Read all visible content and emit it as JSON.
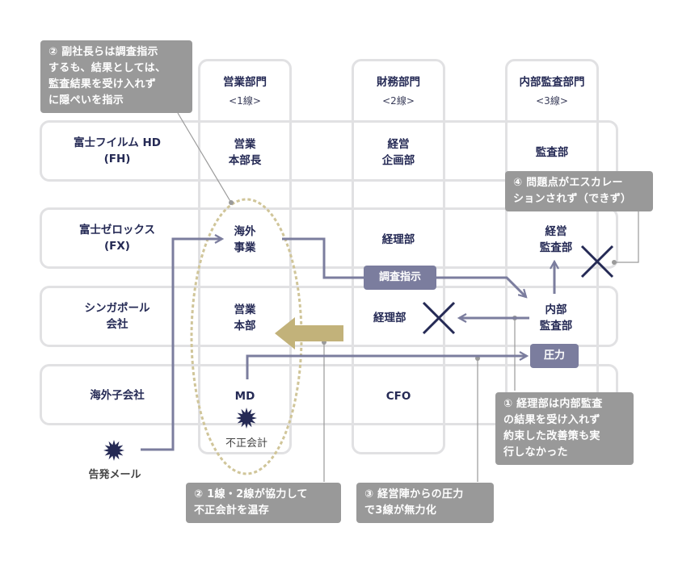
{
  "colors": {
    "grid": "#e1e1e3",
    "text": "#252a55",
    "flow_line": "#7b7d9e",
    "note_bg": "#999999",
    "highlight_arrow": "#c2b27a",
    "ellipse": "#d0c599",
    "cross": "#252a55"
  },
  "columns": [
    {
      "title": "営業部門",
      "line": "<1線>"
    },
    {
      "title": "財務部門",
      "line": "<2線>"
    },
    {
      "title": "内部監査部門",
      "line": "<3線>"
    }
  ],
  "rows": [
    {
      "label": "富士フイルム HD\n(FH)"
    },
    {
      "label": "富士ゼロックス\n(FX)"
    },
    {
      "label": "シンガポール\n会社"
    },
    {
      "label": "海外子会社"
    }
  ],
  "cells": {
    "fh_sales": "営業\n本部長",
    "fh_finance": "経営\n企画部",
    "fh_audit": "監査部",
    "fx_sales": "海外\n事業",
    "fx_finance": "経理部",
    "fx_audit": "経営\n監査部",
    "sg_sales": "営業\n本部",
    "sg_finance": "経理部",
    "sg_audit": "内部\n監査部",
    "sub_sales": "MD",
    "sub_finance": "CFO"
  },
  "tags": {
    "investigation": "調査指示",
    "pressure": "圧力"
  },
  "labels": {
    "fraud": "不正会計",
    "whistleblow": "告発メール"
  },
  "icons": {
    "fraud": "burst-star-icon",
    "whistleblow": "burst-star-icon",
    "blocked": "cross-icon"
  },
  "notes": {
    "n2_top": "② 副社長らは調査指示\nするも、結果としては、\n監査結果を受け入れず\nに隠ぺいを指示",
    "n4": "④ 問題点がエスカレー\nションされず（できず）",
    "n1": "① 経理部は内部監査\nの結果を受け入れず\n約束した改善策も実\n行しなかった",
    "n2_bottom": "② 1線・2線が協力して\n不正会計を温存",
    "n3": "③ 経営陣からの圧力\nで3線が無力化"
  }
}
